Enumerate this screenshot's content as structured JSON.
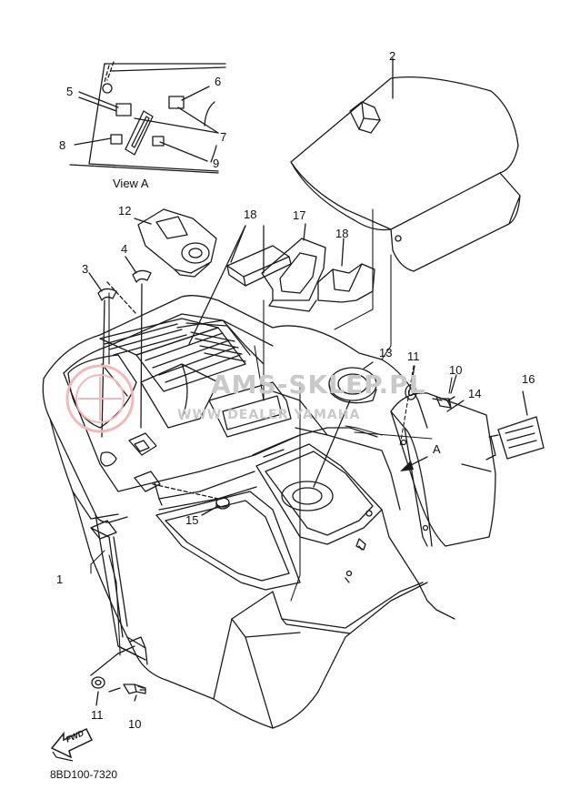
{
  "view_label": "View A",
  "arrow_label": "A",
  "part_code": "8BD100-7320",
  "fwd_label": "FWD",
  "watermark": {
    "line1": "AMS-SKLEP.PL",
    "line2": "WWW DEALER YAMAHA"
  },
  "callouts": [
    "1",
    "2",
    "3",
    "4",
    "5",
    "6",
    "7",
    "8",
    "9",
    "10",
    "10",
    "11",
    "11",
    "12",
    "13",
    "14",
    "15",
    "16",
    "17",
    "18",
    "18"
  ],
  "colors": {
    "line": "#1a1a1a",
    "watermark": "#c9c9c9",
    "watermark_logo": "#f1b9b9"
  }
}
